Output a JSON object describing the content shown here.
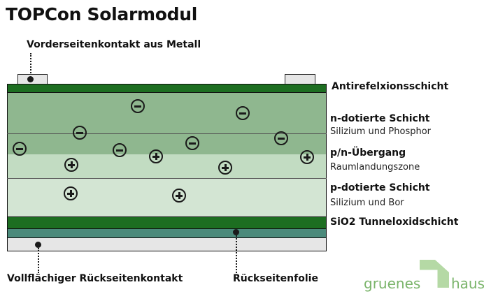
{
  "title": "TOPCon Solarmodul",
  "labels": {
    "front_contact": "Vorderseitenkontakt aus Metall",
    "antireflex": "Antirefelxionsschicht",
    "n_layer": "n-dotierte Schicht",
    "n_layer_sub": "Silizium und Phosphor",
    "pn_junction": "p/n-Übergang",
    "pn_junction_sub": "Raumlandungszone",
    "p_layer": "p-dotierte Schicht",
    "p_layer_sub": "Silizium und Bor",
    "tunnel_oxide": "SiO2 Tunneloxidschicht",
    "back_contact": "Vollflächiger Rückseitenkontakt",
    "back_foil": "Rückseitenfolie"
  },
  "logo": {
    "word1": "gruenes",
    "word2": "haus"
  },
  "colors": {
    "dark_green": "#1d6e21",
    "n_green": "#8fb78f",
    "p_green": "#d3e5d3",
    "junction_green": "#c2dcc2",
    "gray": "#e6e6e6",
    "teal": "#4b8a7b",
    "logo_green": "#7ab46a"
  },
  "charges": {
    "electron": "minus-icon",
    "hole": "plus-icon"
  }
}
